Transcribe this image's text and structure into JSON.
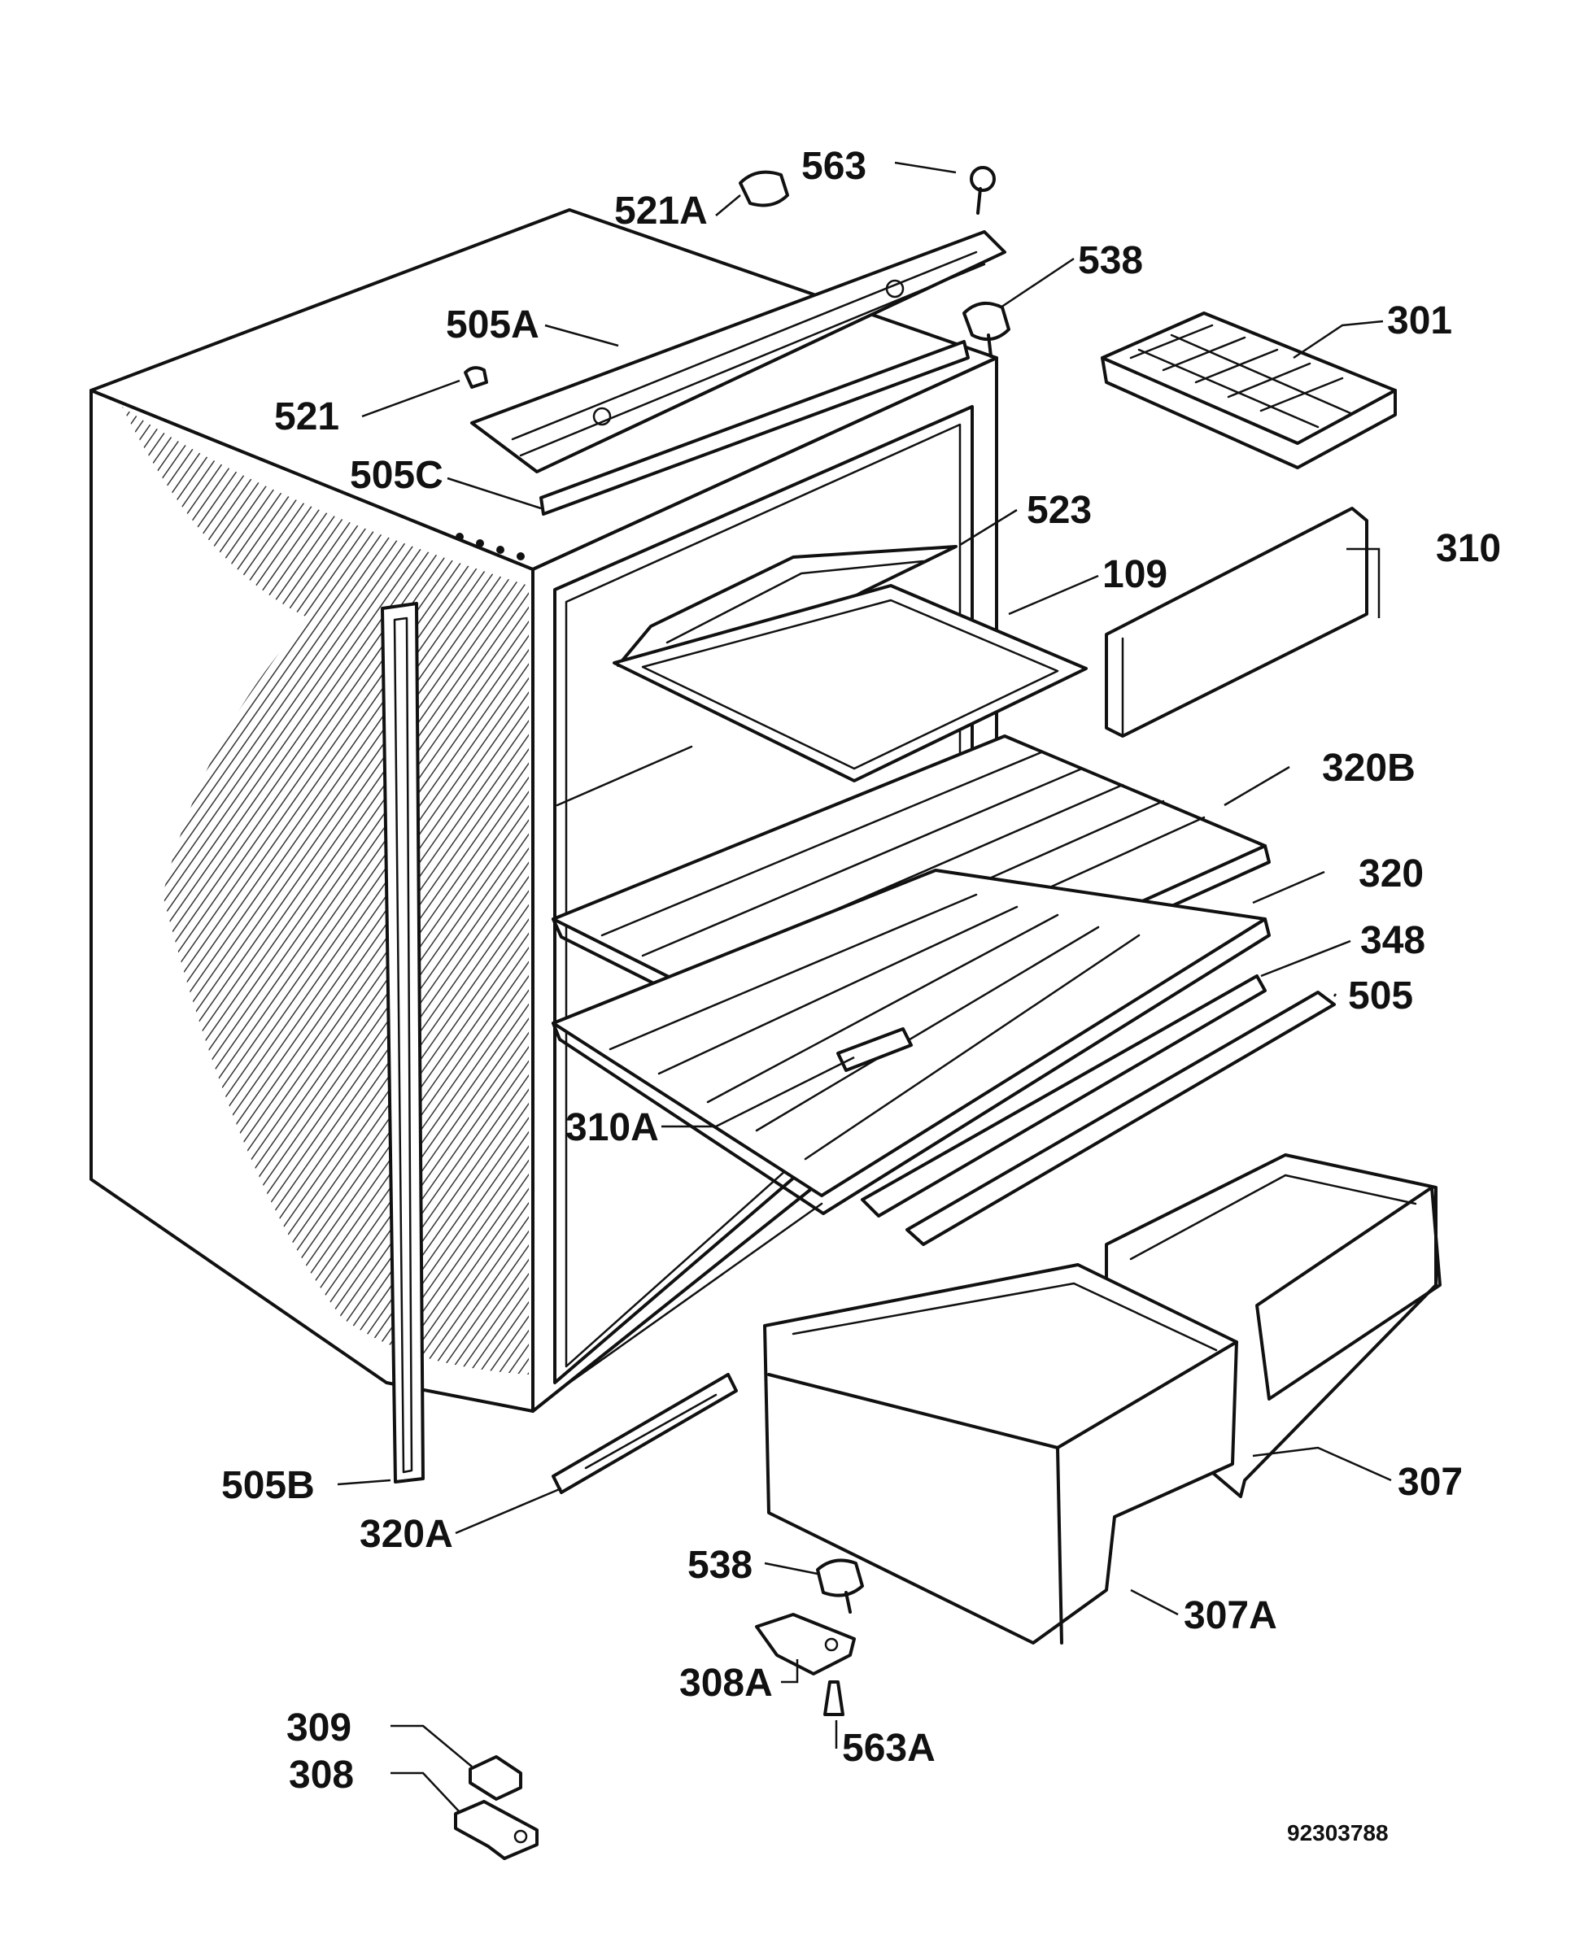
{
  "labels": {
    "l563": "563",
    "l521A": "521A",
    "l538top": "538",
    "l301": "301",
    "l505A": "505A",
    "l521": "521",
    "l505C": "505C",
    "l523": "523",
    "l310": "310",
    "l109": "109",
    "l320B": "320B",
    "l320": "320",
    "l348": "348",
    "l505": "505",
    "l310A": "310A",
    "l505B": "505B",
    "l320A": "320A",
    "l307": "307",
    "l538bottom": "538",
    "l307A": "307A",
    "l308A": "308A",
    "l563A": "563A",
    "l309": "309",
    "l308": "308",
    "drawing_number": "92303788"
  }
}
